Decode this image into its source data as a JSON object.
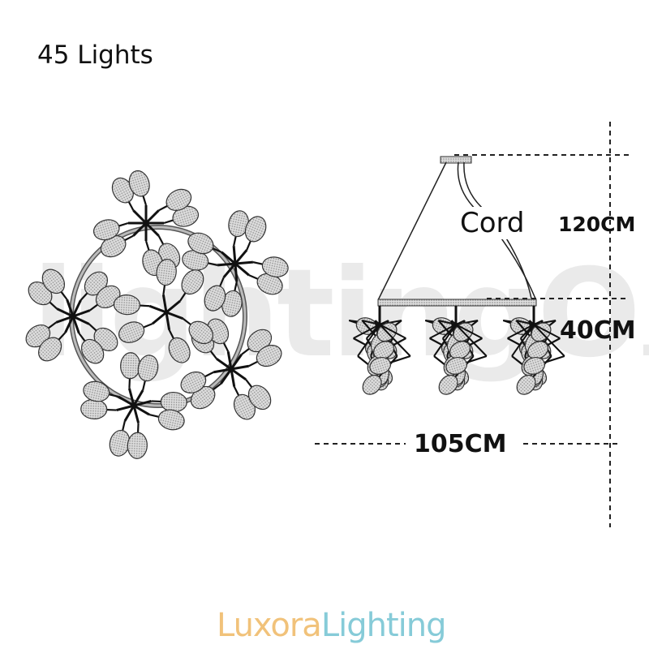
{
  "title": "45 Lights",
  "watermark": {
    "main": "lightingO",
    "suffix": ".co.uk"
  },
  "dimensions": {
    "cord_label": "Cord",
    "drop": "120CM",
    "height": "40CM",
    "width": "105CM"
  },
  "logo": {
    "part1": "Luxora",
    "part2": "Lighting",
    "color1": "#f1c27a",
    "color2": "#86cbd8"
  },
  "light_count": 45
}
